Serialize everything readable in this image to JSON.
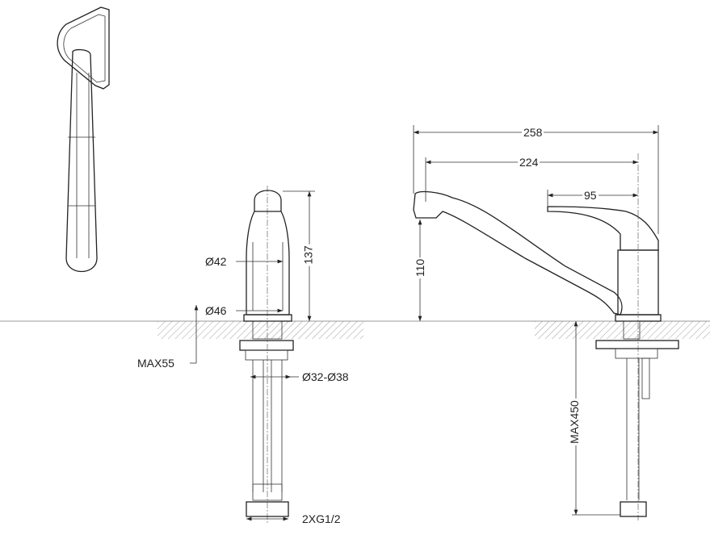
{
  "drawing": {
    "title": "Kitchen mixer tap dimensional drawing",
    "front_view": {
      "body_diameter": "Ø42",
      "base_diameter": "Ø46",
      "height": "137",
      "max_counter_thickness": "MAX55",
      "hole_diameter": "Ø32-Ø38",
      "connection": "2XG1/2"
    },
    "side_view": {
      "overall_length": "258",
      "spout_reach": "224",
      "lever_length": "95",
      "spout_height": "110",
      "max_hose_length": "MAX450"
    }
  }
}
